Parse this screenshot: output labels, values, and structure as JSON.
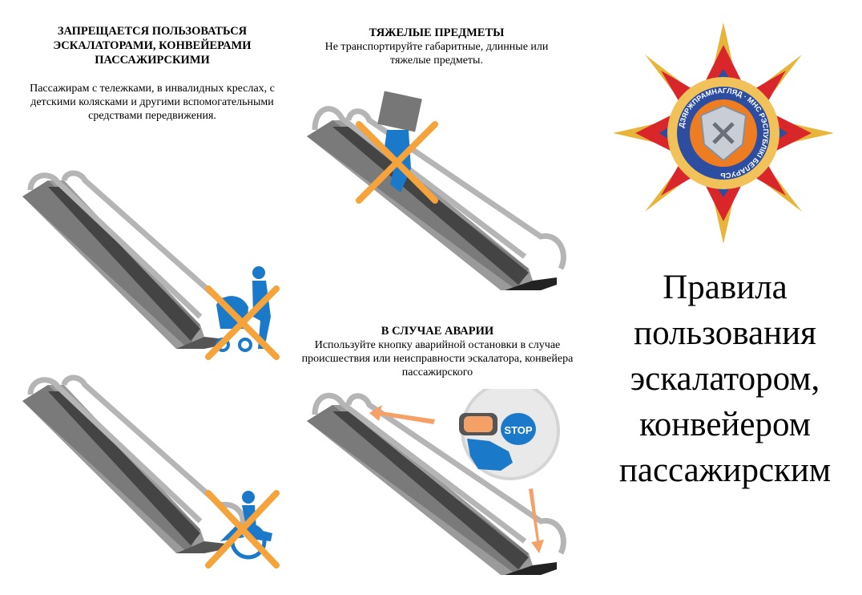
{
  "prohibited": {
    "heading": "ЗАПРЕЩАЕТСЯ ПОЛЬЗОВАТЬСЯ ЭСКАЛАТОРАМИ, КОНВЕЙЕРАМИ ПАССАЖИРСКИМИ",
    "text": "Пассажирам с тележками, в инвалидных креслах, с детскими колясками и другими вспомогательными средствами передвижения."
  },
  "heavy": {
    "heading": "ТЯЖЕЛЫЕ ПРЕДМЕТЫ",
    "text": "Не транспортируйте габаритные, длинные или тяжелые предметы."
  },
  "emergency": {
    "heading": "В СЛУЧАЕ АВАРИИ",
    "text": "Используйте кнопку аварийной остановки в случае происшествия или неисправности эскалатора, конвейера пассажирского",
    "stop_label": "STOP"
  },
  "emblem": {
    "ring_text": "ДЗЯРЖПРАМНАГЛЯД · МНС РЭСПУБЛІКІ БЕЛАРУСЬ"
  },
  "title": {
    "line1": "Правила",
    "line2": "пользования",
    "line3": "эскалатором,",
    "line4": "конвейером",
    "line5": "пассажирским"
  },
  "colors": {
    "escalator": "#8c8c8c",
    "cross": "#f5a33a",
    "figure": "#1b79c9",
    "emblem_red": "#d9262b",
    "emblem_blue": "#2c4da0",
    "emblem_gold": "#e8b43a"
  }
}
